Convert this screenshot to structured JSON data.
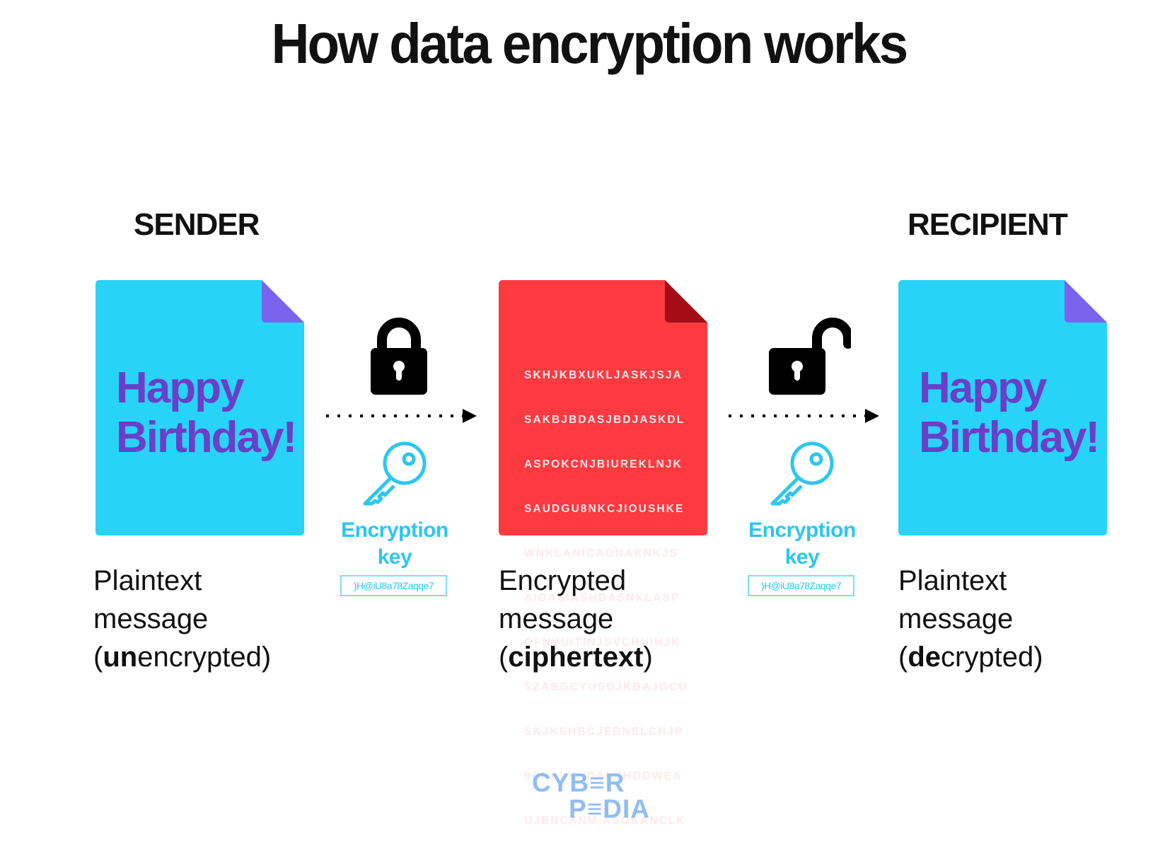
{
  "title": "How data encryption works",
  "roles": {
    "sender": "SENDER",
    "recipient": "RECIPIENT"
  },
  "colors": {
    "plain_doc": "#28d3f8",
    "plain_fold": "#7b63ee",
    "greeting_text": "#6a3fc9",
    "cipher_doc": "#fc3a40",
    "cipher_fold": "#a40d15",
    "key_accent": "#2cc6ef",
    "logo": "#8fbdf3"
  },
  "documents": [
    {
      "kind": "plaintext",
      "text_lines": [
        "Happy",
        "Birthday!"
      ]
    },
    {
      "kind": "ciphertext",
      "text_lines": [
        "SKHJKBXUKLJASKJSJA",
        "SAKBJBDASJBDJASKDL",
        "ASPOKCNJBIUREKLNJK",
        "SAUDGU8NKCJIOUSHKE",
        "WNKLANICAONAKNKJS",
        "AIOASIASHDASNKLASP",
        "OFNVUITINJSVCHUIHJK",
        "SZABGCYUSDJKDAJGCU",
        "SKJKSHBCJEBNSLCHJP",
        "9CNALKHDALKHDGWEA",
        "UJBNCXNM,ASOKANCLK"
      ]
    },
    {
      "kind": "plaintext",
      "text_lines": [
        "Happy",
        "Birthday!"
      ]
    }
  ],
  "captions": [
    {
      "line1": "Plaintext",
      "line2": "message",
      "open": "(",
      "bold": "un",
      "rest": "encrypted",
      "close": ")"
    },
    {
      "line1": "Encrypted",
      "line2": "message",
      "open": "(",
      "bold": "ciphertext",
      "rest": "",
      "close": ")"
    },
    {
      "line1": "Plaintext",
      "line2": "message",
      "open": "(",
      "bold": "de",
      "rest": "crypted",
      "close": ")"
    }
  ],
  "steps": [
    {
      "lock_icon": "lock-closed-icon",
      "key_label_1": "Encryption",
      "key_label_2": "key",
      "key_value": ")H@iU8a78Zaqqe7"
    },
    {
      "lock_icon": "lock-open-icon",
      "key_label_1": "Encryption",
      "key_label_2": "key",
      "key_value": ")H@iU8a78Zaqqe7"
    }
  ],
  "logo": {
    "line1": "CYB≡R",
    "line2": "P≡DIA"
  }
}
